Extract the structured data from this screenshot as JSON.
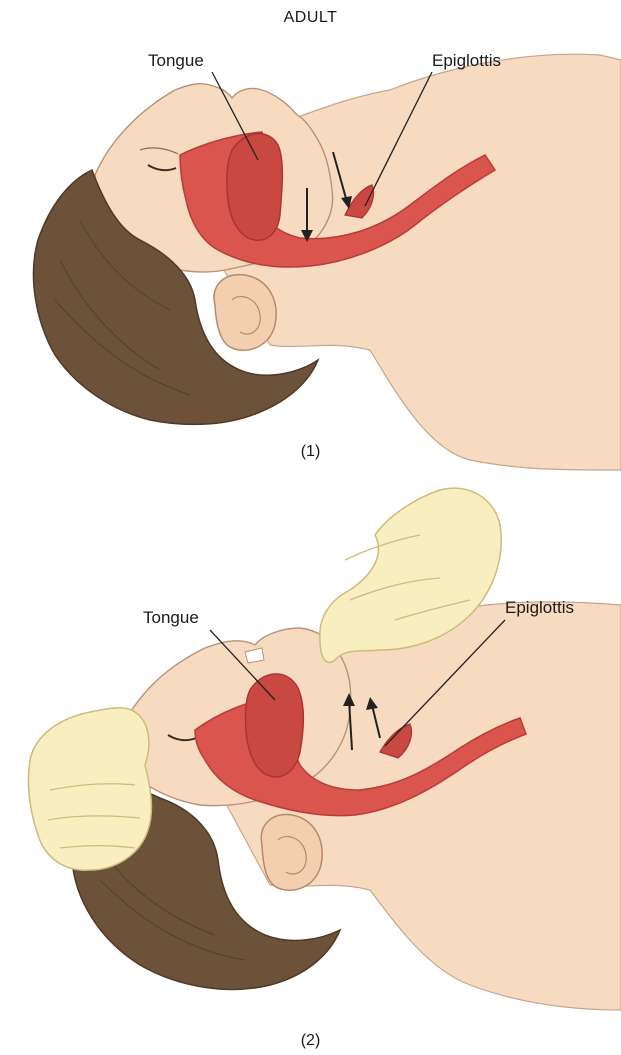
{
  "title": "ADULT",
  "panels": [
    {
      "caption": "(1)",
      "labels": {
        "tongue": "Tongue",
        "epiglottis": "Epiglottis"
      }
    },
    {
      "caption": "(2)",
      "labels": {
        "tongue": "Tongue",
        "epiglottis": "Epiglottis"
      }
    }
  ],
  "colors": {
    "skin": "#f6dbc0",
    "skin_shadow": "#e8c3a4",
    "hair": "#6b5238",
    "hair_dark": "#4e3a27",
    "airway": "#d9554e",
    "airway_dark": "#b83c38",
    "glove": "#f8eec0",
    "glove_shadow": "#e6d79c",
    "line": "#222222"
  }
}
